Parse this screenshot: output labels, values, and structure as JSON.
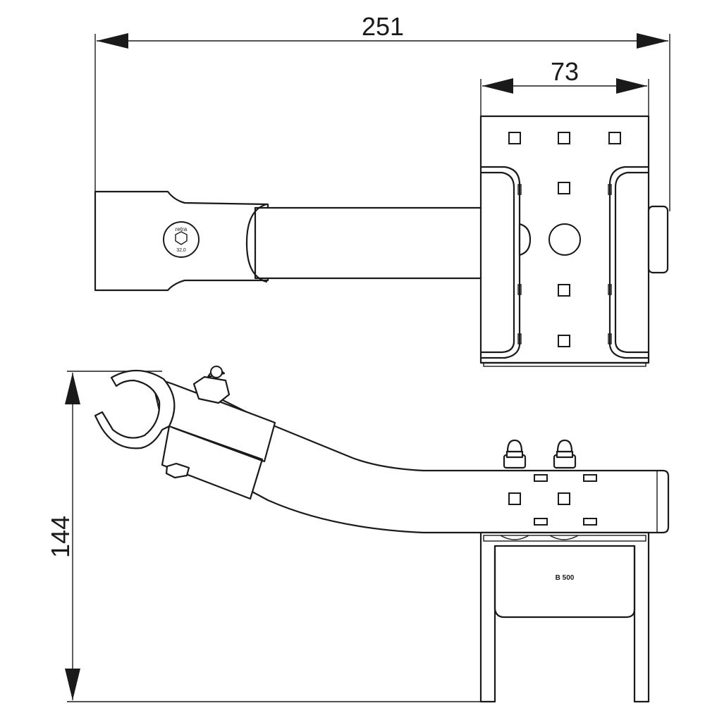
{
  "dimensions": {
    "overall_length": "251",
    "plate_width": "73",
    "height": "144"
  },
  "labels": {
    "plate_marking": "B 500",
    "logo_brand": "retra",
    "logo_size": "32,0"
  },
  "colors": {
    "line": "#1a1a1a",
    "background": "#ffffff"
  }
}
